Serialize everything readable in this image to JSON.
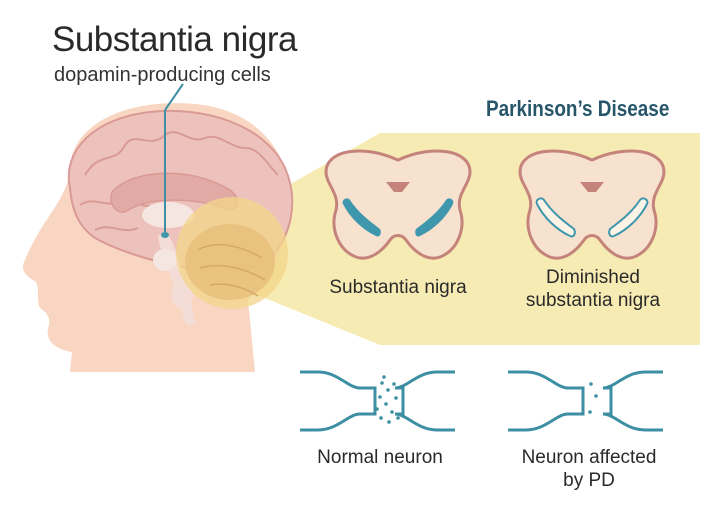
{
  "labels": {
    "title": "Substantia nigra",
    "subtitle": "dopamin-producing cells",
    "pd_heading": "Parkinson’s Disease",
    "normal_sn": "Substantia nigra",
    "diminished_sn_line1": "Diminished",
    "diminished_sn_line2": "substantia nigra",
    "normal_neuron": "Normal neuron",
    "pd_neuron_line1": "Neuron affected",
    "pd_neuron_line2": "by PD"
  },
  "colors": {
    "skin": "#f8d6c1",
    "brain": "#eec2bc",
    "brain_fold": "#d99a96",
    "highlight": "#f7ebb4",
    "teal": "#3d8fa3",
    "sn_fill": "#3f97ad",
    "outline_brown": "#c5847b"
  },
  "icons": {
    "head": "human-head-profile",
    "brain": "brain-cross-section",
    "midbrain": "midbrain-cross-section",
    "neuron": "neuron-synapse"
  }
}
